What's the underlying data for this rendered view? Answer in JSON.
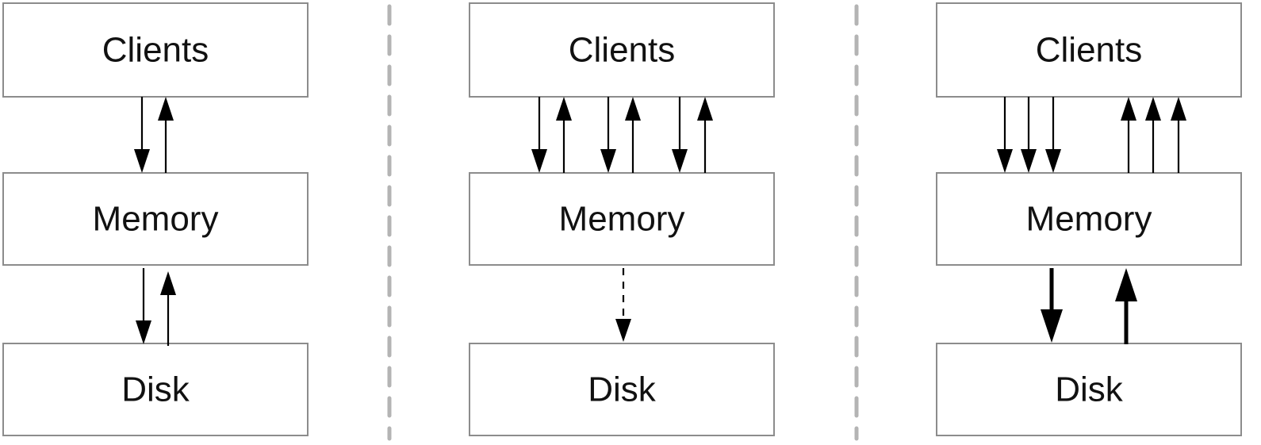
{
  "panels": [
    {
      "boxes": {
        "top": {
          "label": "Clients"
        },
        "middle": {
          "label": "Memory"
        },
        "bottom": {
          "label": "Disk"
        }
      },
      "arrows": [
        {
          "between": "clients-memory",
          "direction": "down",
          "style": "thin"
        },
        {
          "between": "clients-memory",
          "direction": "up",
          "style": "thin"
        },
        {
          "between": "memory-disk",
          "direction": "down",
          "style": "thin"
        },
        {
          "between": "memory-disk",
          "direction": "up",
          "style": "thin"
        }
      ]
    },
    {
      "boxes": {
        "top": {
          "label": "Clients"
        },
        "middle": {
          "label": "Memory"
        },
        "bottom": {
          "label": "Disk"
        }
      },
      "arrows": [
        {
          "between": "clients-memory",
          "direction": "down",
          "style": "thin"
        },
        {
          "between": "clients-memory",
          "direction": "up",
          "style": "thin"
        },
        {
          "between": "clients-memory",
          "direction": "down",
          "style": "thin"
        },
        {
          "between": "clients-memory",
          "direction": "up",
          "style": "thin"
        },
        {
          "between": "clients-memory",
          "direction": "down",
          "style": "thin"
        },
        {
          "between": "clients-memory",
          "direction": "up",
          "style": "thin"
        },
        {
          "between": "memory-disk",
          "direction": "down",
          "style": "dashed"
        }
      ]
    },
    {
      "boxes": {
        "top": {
          "label": "Clients"
        },
        "middle": {
          "label": "Memory"
        },
        "bottom": {
          "label": "Disk"
        }
      },
      "arrows": [
        {
          "between": "clients-memory",
          "direction": "down",
          "style": "thin"
        },
        {
          "between": "clients-memory",
          "direction": "down",
          "style": "thin"
        },
        {
          "between": "clients-memory",
          "direction": "down",
          "style": "thin"
        },
        {
          "between": "clients-memory",
          "direction": "up",
          "style": "thin"
        },
        {
          "between": "clients-memory",
          "direction": "up",
          "style": "thin"
        },
        {
          "between": "clients-memory",
          "direction": "up",
          "style": "thin"
        },
        {
          "between": "memory-disk",
          "direction": "down",
          "style": "thick"
        },
        {
          "between": "memory-disk",
          "direction": "up",
          "style": "thick"
        }
      ]
    }
  ],
  "colors": {
    "box_border": "#8c8c8c",
    "divider": "#b4b4b4",
    "arrow": "#000000",
    "text": "#111111"
  }
}
